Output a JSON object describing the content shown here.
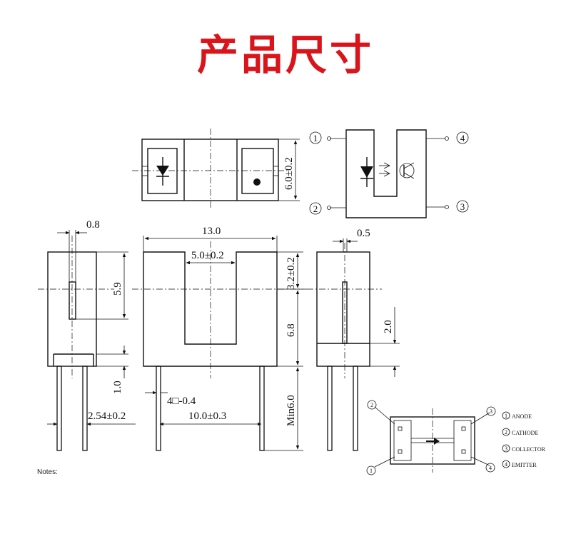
{
  "title": "产品尺寸",
  "dimensions": {
    "height_top": "6.0±0.2",
    "pin_width": "0.8",
    "side_height": "5.9",
    "lead_length_side": "1.0",
    "pitch": "2.54±0.2",
    "total_width": "13.0",
    "slot_width": "5.0±0.2",
    "slot_offset": "3.2±0.2",
    "body_height": "6.8",
    "min_lead": "Min6.0",
    "pin_square": "4□-0.4",
    "pin_spacing": "10.0±0.3",
    "right_thickness": "0.5",
    "right_height": "2.0"
  },
  "circuit": {
    "pin1": "1",
    "pin2": "2",
    "pin3": "3",
    "pin4": "4"
  },
  "pinout": {
    "pin1_num": "1",
    "pin2_num": "2",
    "pin3_num": "3",
    "pin4_num": "4",
    "legend": [
      {
        "num": "1",
        "label": "ANODE"
      },
      {
        "num": "2",
        "label": "CATHODE"
      },
      {
        "num": "3",
        "label": "COLLECTOR"
      },
      {
        "num": "4",
        "label": "EMITTER"
      }
    ]
  },
  "notes": "Notes:"
}
